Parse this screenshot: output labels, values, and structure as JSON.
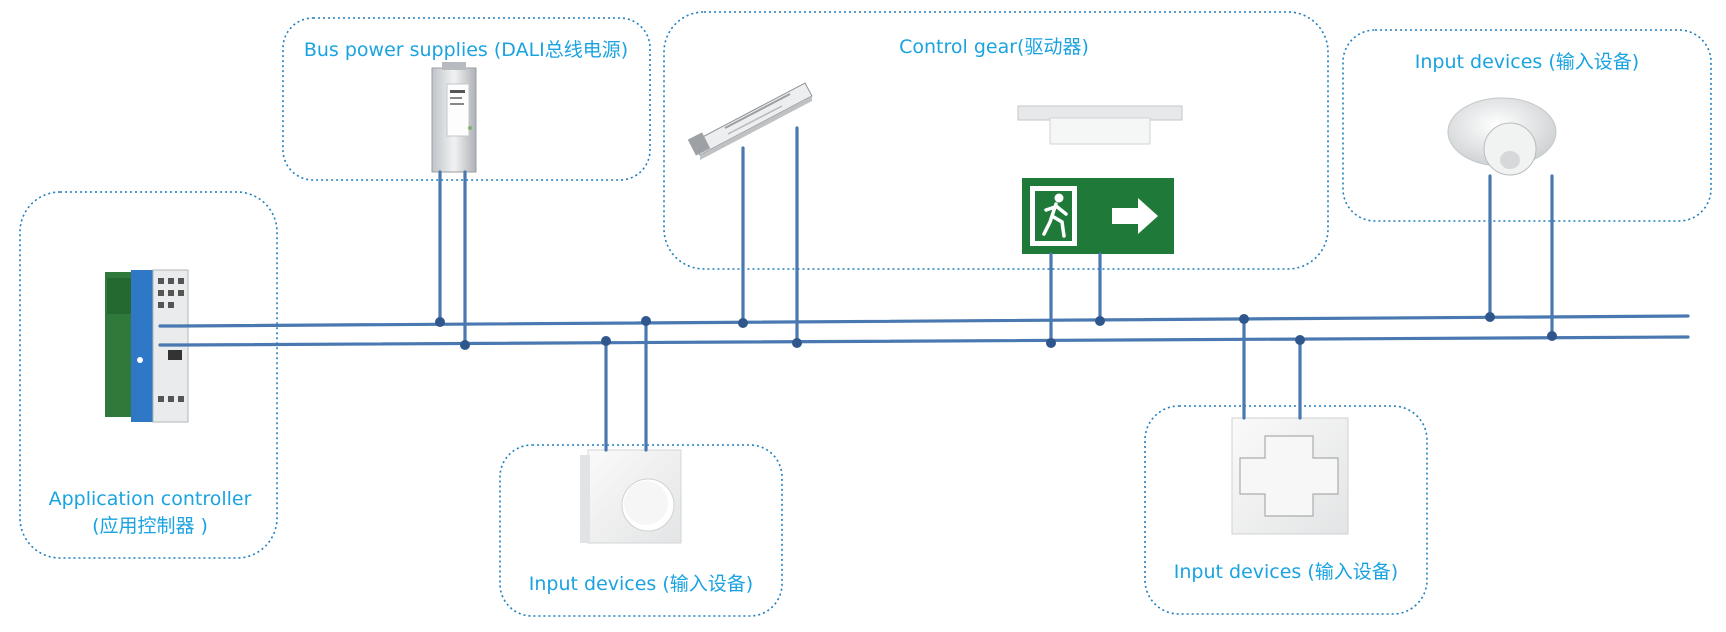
{
  "groups": {
    "bus_power": {
      "label": "Bus power supplies (DALI总线电源)"
    },
    "control_gear": {
      "label": "Control gear(驱动器)"
    },
    "input_top_right": {
      "label": "Input devices (输入设备)"
    },
    "app_controller": {
      "label_line1": "Application controller",
      "label_line2": "(应用控制器 )"
    },
    "input_bottom_center": {
      "label": "Input devices (输入设备)"
    },
    "input_bottom_right": {
      "label": "Input devices (输入设备)"
    }
  },
  "colors": {
    "label": "#1aa3e0",
    "box_border": "#1f7fbf",
    "bus_wire": "#4a78b0",
    "exit_sign": "#1f7a3a"
  },
  "icons": [
    "din-rail-power-supply-icon",
    "led-driver-icon",
    "exit-sign-icon",
    "ceiling-sensor-icon",
    "dali-controller-icon",
    "rotary-dimmer-icon",
    "push-button-switch-icon"
  ]
}
